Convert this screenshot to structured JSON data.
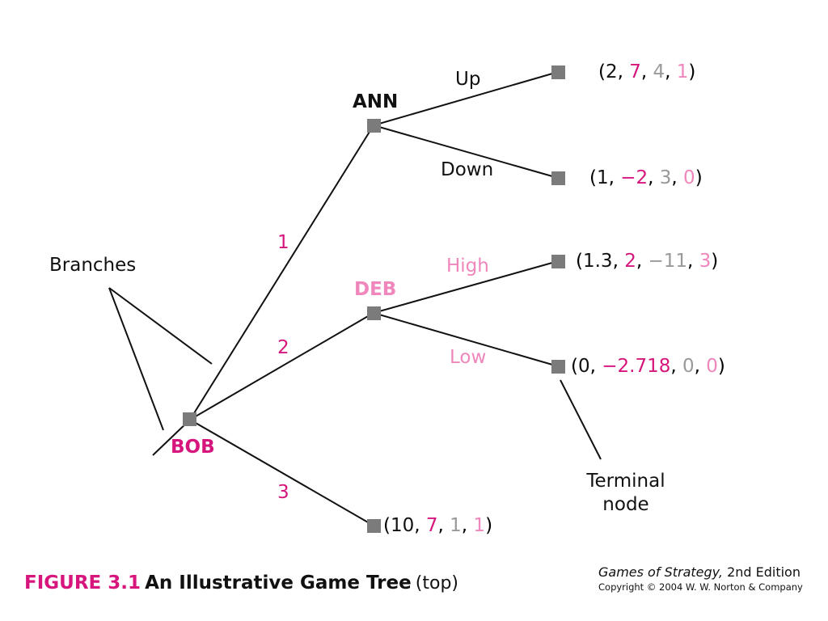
{
  "colors": {
    "line": "#111111",
    "node": "#7b7b7b",
    "ann": "#111111",
    "bob": "#d6167c",
    "deb": "#ef86bc",
    "chris": "#999999",
    "caption_number": "#d6167c",
    "payoff_negative": "#d6167c"
  },
  "icons": {
    "node": "square-node-icon"
  },
  "players": {
    "bob": "BOB",
    "ann": "ANN",
    "deb": "DEB"
  },
  "branches": {
    "bob_1": "1",
    "bob_2": "2",
    "bob_3": "3",
    "ann_up": "Up",
    "ann_down": "Down",
    "deb_high": "High",
    "deb_low": "Low"
  },
  "payoffs": {
    "ann_up": [
      "2",
      "7",
      "4",
      "1"
    ],
    "ann_down": [
      "1",
      "−2",
      "3",
      "0"
    ],
    "deb_high": [
      "1.3",
      "2",
      "−11",
      "3"
    ],
    "deb_low": [
      "0",
      "−2.718",
      "0",
      "0"
    ],
    "bob_3": [
      "10",
      "7",
      "1",
      "1"
    ]
  },
  "annotations": {
    "branches_label": "Branches",
    "terminal_line1": "Terminal",
    "terminal_line2": "node"
  },
  "caption": {
    "number": "FIGURE 3.1",
    "title": "An Illustrative Game Tree",
    "subtitle": "(top)"
  },
  "credit": {
    "book": "Games of Strategy,",
    "edition": "2nd Edition",
    "copyright": "Copyright © 2004 W. W. Norton & Company"
  }
}
